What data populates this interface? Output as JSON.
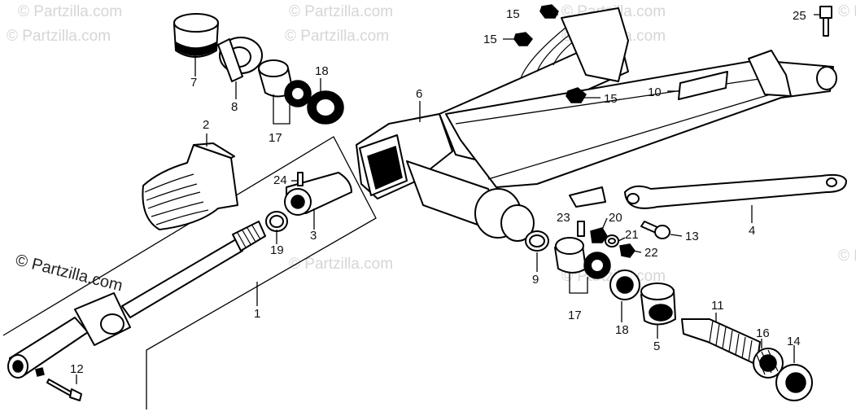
{
  "watermark": "© Partzilla.com",
  "credit": "© Partzilla.com",
  "colors": {
    "ink": "#000000",
    "watermark": "#d6d6d6",
    "background": "#ffffff"
  },
  "callouts": {
    "c1": "1",
    "c2": "2",
    "c3": "3",
    "c4": "4",
    "c5": "5",
    "c6": "6",
    "c7": "7",
    "c8": "8",
    "c9": "9",
    "c10": "10",
    "c11": "11",
    "c12": "12",
    "c13": "13",
    "c14": "14",
    "c15a": "15",
    "c15b": "15",
    "c15c": "15",
    "c16": "16",
    "c17a": "17",
    "c17b": "17",
    "c18a": "18",
    "c18b": "18",
    "c19": "19",
    "c20": "20",
    "c21": "21",
    "c22": "22",
    "c23": "23",
    "c24": "24",
    "c25": "25"
  }
}
